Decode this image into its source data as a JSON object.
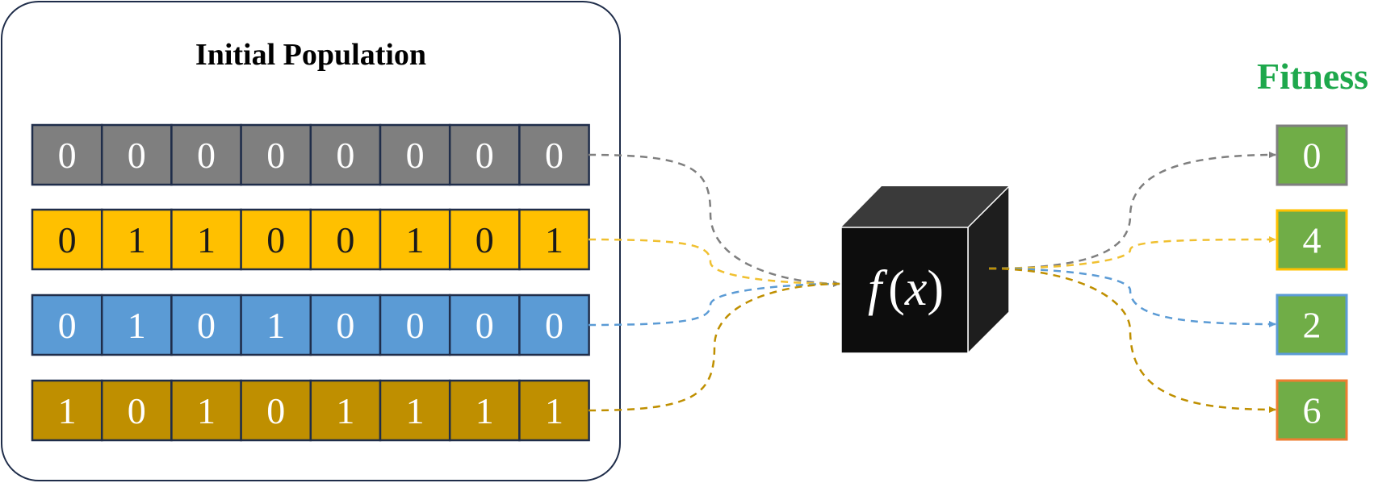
{
  "population": {
    "title": "Initial Population",
    "chromosomes": [
      {
        "bits": [
          "0",
          "0",
          "0",
          "0",
          "0",
          "0",
          "0",
          "0"
        ],
        "color": "#7f7f7f",
        "text_color": "#ffffff"
      },
      {
        "bits": [
          "0",
          "1",
          "1",
          "0",
          "0",
          "1",
          "0",
          "1"
        ],
        "color": "#ffc000",
        "text_color": "#1a1a1a"
      },
      {
        "bits": [
          "0",
          "1",
          "0",
          "1",
          "0",
          "0",
          "0",
          "0"
        ],
        "color": "#5b9bd5",
        "text_color": "#ffffff"
      },
      {
        "bits": [
          "1",
          "0",
          "1",
          "0",
          "1",
          "1",
          "1",
          "1"
        ],
        "color": "#bf8f00",
        "text_color": "#ffffff"
      }
    ]
  },
  "function_box": {
    "label_f": "f",
    "label_open": "(",
    "label_x": "x",
    "label_close": ")"
  },
  "fitness": {
    "title": "Fitness",
    "title_color": "#1ea84c",
    "box_fill": "#70ad47",
    "values": [
      {
        "value": "0",
        "border": "#7f7f7f"
      },
      {
        "value": "4",
        "border": "#ffc000"
      },
      {
        "value": "2",
        "border": "#5b9bd5"
      },
      {
        "value": "6",
        "border": "#ed7d31"
      }
    ]
  },
  "colors": {
    "cell_border": "#1f2d4a",
    "panel_border": "#1f2d4a",
    "cube_front": "#0d0d0d",
    "cube_top": "#3a3a3a",
    "cube_side": "#1e1e1e"
  }
}
